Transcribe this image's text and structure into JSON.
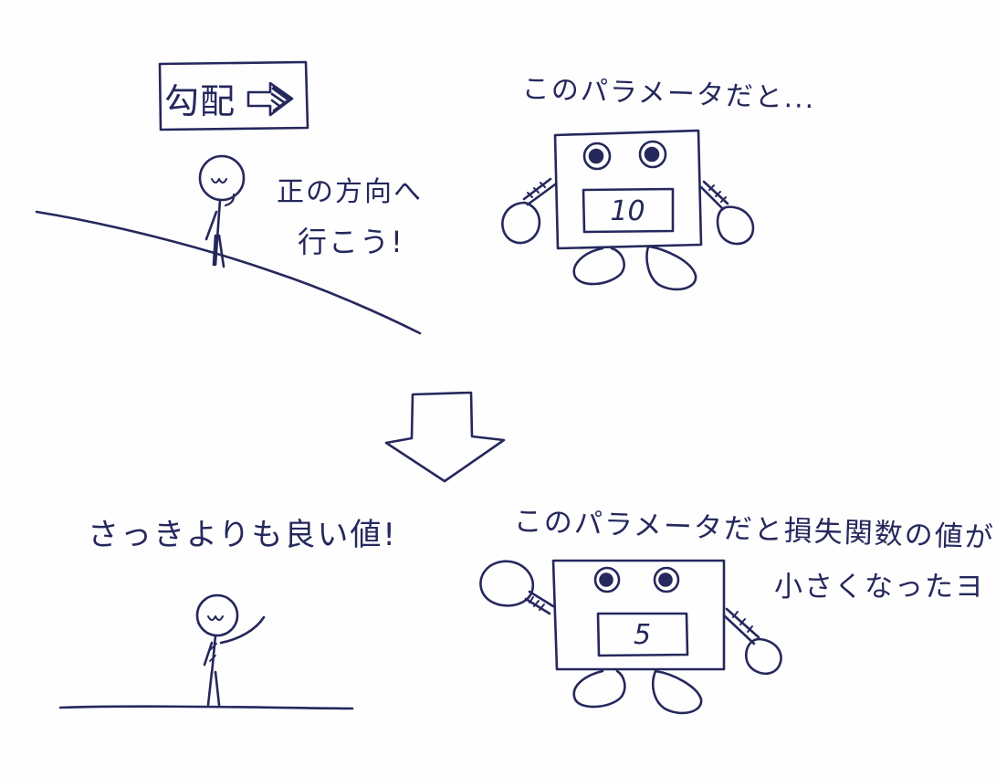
{
  "panels": {
    "slope_scene": {
      "sign_label": "勾配",
      "speech_line1": "正の方向へ",
      "speech_line2": "行こう!"
    },
    "robot_scene_1": {
      "caption": "このパラメータだと...",
      "display_value": "10"
    },
    "flat_scene": {
      "speech": "さっきよりも良い値!"
    },
    "robot_scene_2": {
      "caption_line1": "このパラメータだと損失関数の値が",
      "caption_line2": "小さくなったヨ",
      "display_value": "5"
    }
  },
  "colors": {
    "ink": "#25285c",
    "paper": "#fefefe"
  },
  "icons": [
    "arrow-right-icon",
    "down-arrow-icon",
    "stick-figure",
    "robot"
  ]
}
